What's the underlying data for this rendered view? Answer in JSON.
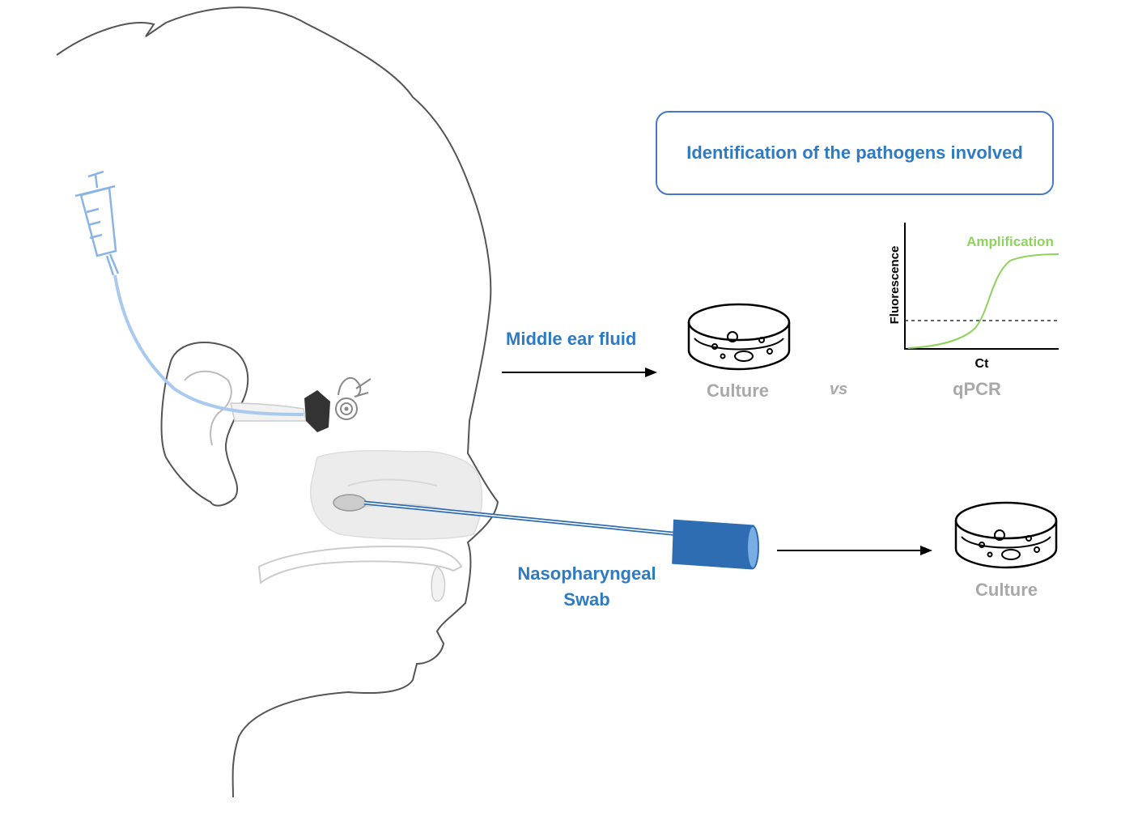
{
  "title": "Identification of the pathogens involved",
  "labels": {
    "middle_ear_fluid": "Middle ear fluid",
    "nasopharyngeal_line1": "Nasopharyngeal",
    "nasopharyngeal_line2": "Swab",
    "culture_top": "Culture",
    "vs": "vs",
    "qpcr": "qPCR",
    "culture_bottom": "Culture"
  },
  "chart": {
    "ylabel": "Fluorescence",
    "xlabel": "Ct",
    "curve_label": "Amplification"
  },
  "colors": {
    "label_blue": "#2e7bc4",
    "box_border": "#4a78c8",
    "curve_green": "#8fd35f",
    "syringe_blue": "#8ab4e6",
    "swab_blue": "#2f6db3",
    "outline_grey": "#555555"
  }
}
